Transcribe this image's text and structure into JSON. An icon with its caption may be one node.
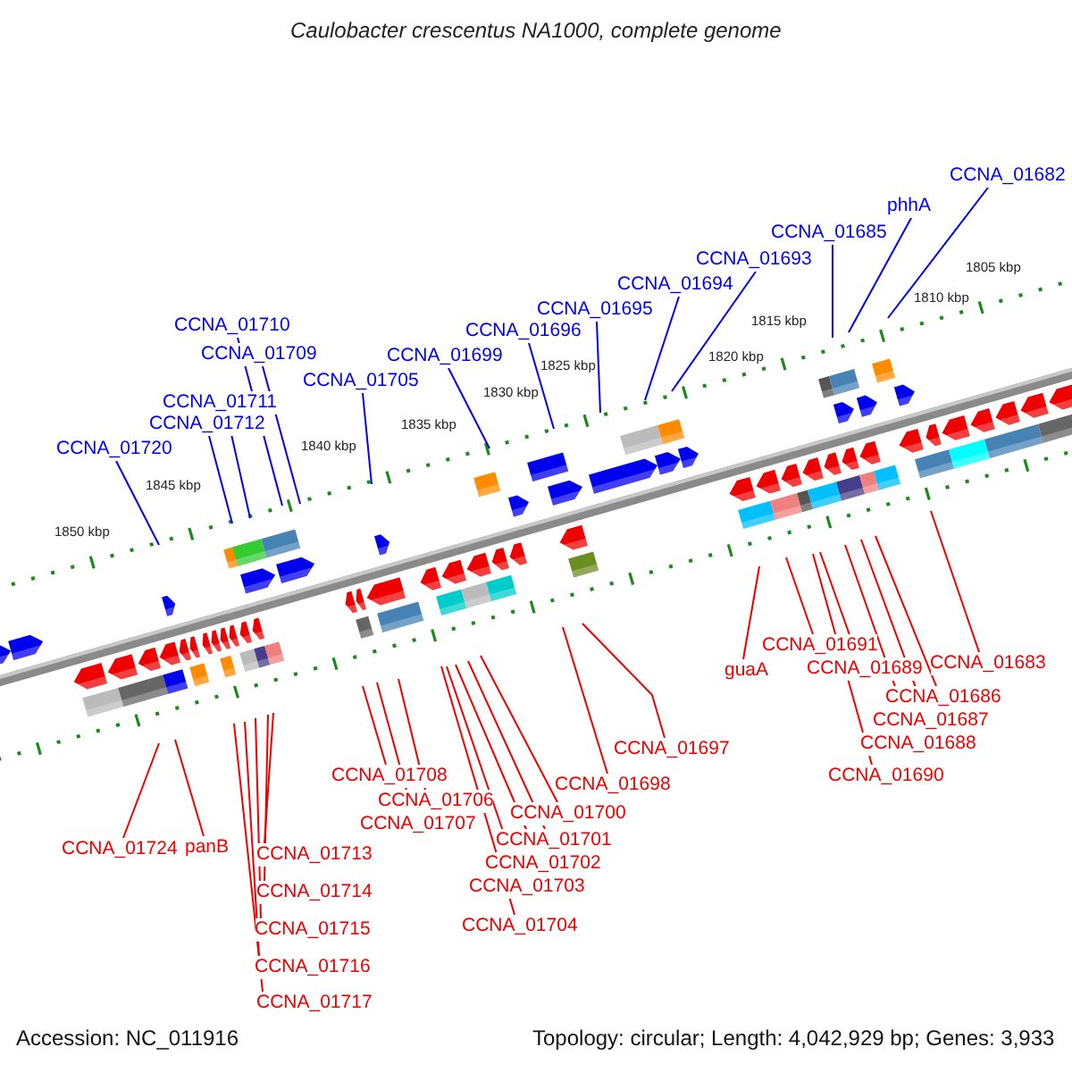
{
  "diagram": {
    "title": "Caulobacter crescentus NA1000, complete genome",
    "nodes": [
      {
        "text": [
          "CCNA_01720"
        ]
      },
      {
        "text": [
          "CCNA_01712"
        ]
      },
      {
        "text": [
          "CCNA_01711"
        ]
      },
      {
        "text": [
          "CCNA_01710"
        ]
      },
      {
        "text": [
          "CCNA_01709"
        ]
      },
      {
        "text": [
          "CCNA_01705"
        ]
      },
      {
        "text": [
          "CCNA_01699"
        ]
      },
      {
        "text": [
          "CCNA_01696"
        ]
      },
      {
        "text": [
          "CCNA_01695"
        ]
      },
      {
        "text": [
          "CCNA_01694"
        ]
      },
      {
        "text": [
          "CCNA_01693"
        ]
      },
      {
        "text": [
          "CCNA_01685"
        ]
      },
      {
        "text": [
          "phhA"
        ]
      },
      {
        "text": [
          "CCNA_01682"
        ]
      },
      {
        "text": [
          "CCNA_01724"
        ]
      },
      {
        "text": [
          "panB"
        ]
      },
      {
        "text": [
          "CCNA_01713"
        ]
      },
      {
        "text": [
          "CCNA_01714"
        ]
      },
      {
        "text": [
          "CCNA_01715"
        ]
      },
      {
        "text": [
          "CCNA_01716"
        ]
      },
      {
        "text": [
          "CCNA_01717"
        ]
      },
      {
        "text": [
          "CCNA_01708"
        ]
      },
      {
        "text": [
          "CCNA_01706"
        ]
      },
      {
        "text": [
          "CCNA_01707"
        ]
      },
      {
        "text": [
          "CCNA_01704"
        ]
      },
      {
        "text": [
          "CCNA_01703"
        ]
      },
      {
        "text": [
          "CCNA_01702"
        ]
      },
      {
        "text": [
          "CCNA_01701"
        ]
      },
      {
        "text": [
          "CCNA_01700"
        ]
      },
      {
        "text": [
          "CCNA_01698"
        ]
      },
      {
        "text": [
          "CCNA_01697"
        ]
      },
      {
        "text": [
          "guaA"
        ]
      },
      {
        "text": [
          "CCNA_01691"
        ]
      },
      {
        "text": [
          "CCNA_01689"
        ]
      },
      {
        "text": [
          "CCNA_01690"
        ]
      },
      {
        "text": [
          "CCNA_01688"
        ]
      },
      {
        "text": [
          "CCNA_01687"
        ]
      },
      {
        "text": [
          "CCNA_01686"
        ]
      },
      {
        "text": [
          "CCNA_01683"
        ]
      }
    ],
    "edges": [
      {
        "from": 0,
        "to": null,
        "arrow": "none",
        "color": "#0000ee"
      },
      {
        "from": 1,
        "to": null,
        "arrow": "none",
        "color": "#0000ee"
      },
      {
        "from": 2,
        "to": null,
        "arrow": "none",
        "color": "#0000ee"
      },
      {
        "from": 3,
        "to": null,
        "arrow": "none",
        "color": "#0000ee"
      },
      {
        "from": 4,
        "to": null,
        "arrow": "none",
        "color": "#0000ee"
      },
      {
        "from": 5,
        "to": null,
        "arrow": "none",
        "color": "#0000ee"
      },
      {
        "from": 6,
        "to": null,
        "arrow": "none",
        "color": "#0000ee"
      },
      {
        "from": 7,
        "to": null,
        "arrow": "none",
        "color": "#0000ee"
      },
      {
        "from": 8,
        "to": null,
        "arrow": "none",
        "color": "#0000ee"
      },
      {
        "from": 9,
        "to": null,
        "arrow": "none",
        "color": "#0000ee"
      },
      {
        "from": 10,
        "to": null,
        "arrow": "none",
        "color": "#0000ee"
      },
      {
        "from": 11,
        "to": null,
        "arrow": "none",
        "color": "#0000ee"
      },
      {
        "from": 12,
        "to": null,
        "arrow": "none",
        "color": "#0000ee"
      },
      {
        "from": 13,
        "to": null,
        "arrow": "none",
        "color": "#0000ee"
      },
      {
        "from": 14,
        "to": null,
        "arrow": "none"
      },
      {
        "from": 15,
        "to": null,
        "arrow": "none"
      },
      {
        "from": 16,
        "to": null,
        "arrow": "none"
      },
      {
        "from": 17,
        "to": null,
        "arrow": "none"
      },
      {
        "from": 18,
        "to": null,
        "arrow": "none"
      },
      {
        "from": 19,
        "to": null,
        "arrow": "none"
      },
      {
        "from": 20,
        "to": null,
        "arrow": "none"
      },
      {
        "from": 21,
        "to": null,
        "arrow": "none"
      },
      {
        "from": 22,
        "to": null,
        "arrow": "none"
      },
      {
        "from": 23,
        "to": null,
        "arrow": "none"
      },
      {
        "from": 24,
        "to": null,
        "arrow": "none"
      },
      {
        "from": 25,
        "to": null,
        "arrow": "none"
      },
      {
        "from": 26,
        "to": null,
        "arrow": "none"
      },
      {
        "from": 27,
        "to": null,
        "arrow": "none"
      },
      {
        "from": 28,
        "to": null,
        "arrow": "none"
      },
      {
        "from": 29,
        "to": null,
        "arrow": "none"
      },
      {
        "from": 30,
        "to": null,
        "arrow": "none"
      },
      {
        "from": 31,
        "to": null,
        "arrow": "none"
      },
      {
        "from": 32,
        "to": null,
        "arrow": "none"
      },
      {
        "from": 33,
        "to": null,
        "arrow": "none"
      },
      {
        "from": 34,
        "to": null,
        "arrow": "none"
      },
      {
        "from": 35,
        "to": null,
        "arrow": "none"
      },
      {
        "from": 36,
        "to": null,
        "arrow": "none"
      },
      {
        "from": 37,
        "to": null,
        "arrow": "none"
      },
      {
        "from": 38,
        "to": null,
        "arrow": "none"
      }
    ],
    "labels": [
      "1850 kbp",
      "1845 kbp",
      "1840 kbp",
      "1835 kbp",
      "1830 kbp",
      "1825 kbp",
      "1820 kbp",
      "1815 kbp",
      "1810 kbp",
      "1805 kbp",
      "Accession: NC_011916",
      "Topology: circular; Length: 4,042,929 bp; Genes: 3,933"
    ]
  }
}
